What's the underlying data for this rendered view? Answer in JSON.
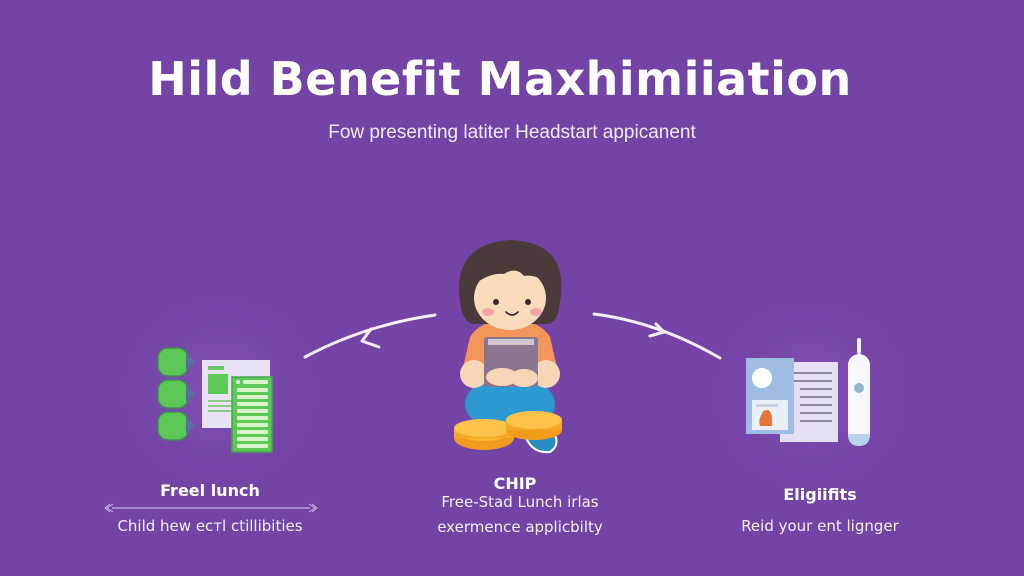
{
  "header": {
    "title": "Hild Benefit Maxhimiiation",
    "subtitle": "Fow presenting latiter Headstart appicanent"
  },
  "colors": {
    "background": "#7443a6",
    "text": "#ffffff",
    "green_accent": "#5cc957",
    "coin_gold": "#fbb632",
    "shirt_orange": "#f4955a",
    "pants_blue": "#2c9ad0",
    "doc_lavender": "#e6def4",
    "id_blue": "#9fbde3"
  },
  "sections": [
    {
      "id": "left",
      "icon": "checklist-documents-icon",
      "title": "Freel lunch",
      "description": "Child hew eстl ctillibities"
    },
    {
      "id": "center",
      "icon": "child-with-book-and-coins-illustration",
      "title": "CHIP",
      "description_line1": "Free-Stad Lunch irlas",
      "description_line2": "exermence applicbilty"
    },
    {
      "id": "right",
      "icon": "id-card-and-thermometer-icon",
      "title": "Eligiifits",
      "description": "Reid your ent lignger"
    }
  ],
  "arrows": [
    {
      "id": "arrow-left",
      "direction": "left"
    },
    {
      "id": "arrow-right",
      "direction": "right"
    }
  ]
}
